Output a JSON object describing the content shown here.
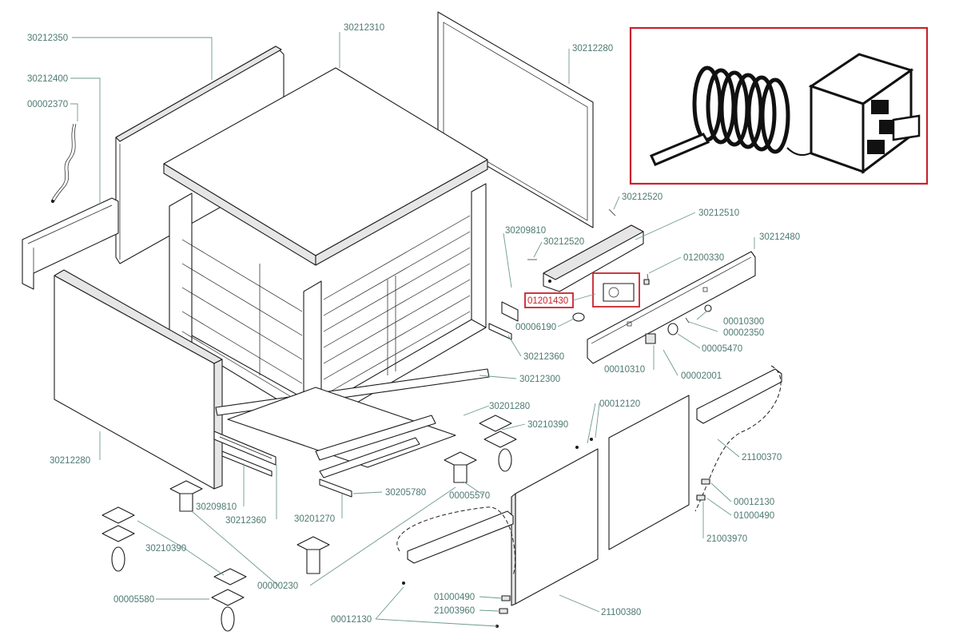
{
  "callouts": [
    {
      "key": "c30212350",
      "text": "30212350"
    },
    {
      "key": "c30212400",
      "text": "30212400"
    },
    {
      "key": "c00002370",
      "text": "00002370"
    },
    {
      "key": "c30212310",
      "text": "30212310"
    },
    {
      "key": "c30212280a",
      "text": "30212280"
    },
    {
      "key": "c30212520a",
      "text": "30212520"
    },
    {
      "key": "c30212510",
      "text": "30212510"
    },
    {
      "key": "c30209810a",
      "text": "30209810"
    },
    {
      "key": "c30212520b",
      "text": "30212520"
    },
    {
      "key": "c30212480",
      "text": "30212480"
    },
    {
      "key": "c01200330",
      "text": "01200330"
    },
    {
      "key": "c01201430",
      "text": "01201430"
    },
    {
      "key": "c00010300",
      "text": "00010300"
    },
    {
      "key": "c00006190",
      "text": "00006190"
    },
    {
      "key": "c00002350",
      "text": "00002350"
    },
    {
      "key": "c00005470",
      "text": "00005470"
    },
    {
      "key": "c30212360a",
      "text": "30212360"
    },
    {
      "key": "c00010310",
      "text": "00010310"
    },
    {
      "key": "c00002001",
      "text": "00002001"
    },
    {
      "key": "c30212300",
      "text": "30212300"
    },
    {
      "key": "c30201280",
      "text": "30201280"
    },
    {
      "key": "c00012120",
      "text": "00012120"
    },
    {
      "key": "c30210390a",
      "text": "30210390"
    },
    {
      "key": "c21100370",
      "text": "21100370"
    },
    {
      "key": "c30212280b",
      "text": "30212280"
    },
    {
      "key": "c30205780",
      "text": "30205780"
    },
    {
      "key": "c00005570",
      "text": "00005570"
    },
    {
      "key": "c00012130a",
      "text": "00012130"
    },
    {
      "key": "c01000490a",
      "text": "01000490"
    },
    {
      "key": "c30209810b",
      "text": "30209810"
    },
    {
      "key": "c30212360b",
      "text": "30212360"
    },
    {
      "key": "c30201270",
      "text": "30201270"
    },
    {
      "key": "c21003970",
      "text": "21003970"
    },
    {
      "key": "c30210390b",
      "text": "30210390"
    },
    {
      "key": "c00000230",
      "text": "00000230"
    },
    {
      "key": "c00005580",
      "text": "00005580"
    },
    {
      "key": "c01000490b",
      "text": "01000490"
    },
    {
      "key": "c21003960",
      "text": "21003960"
    },
    {
      "key": "c21100380",
      "text": "21100380"
    },
    {
      "key": "c00012130b",
      "text": "00012130"
    }
  ],
  "highlight_color": "#c8232c",
  "label_color": "#4e7a72"
}
